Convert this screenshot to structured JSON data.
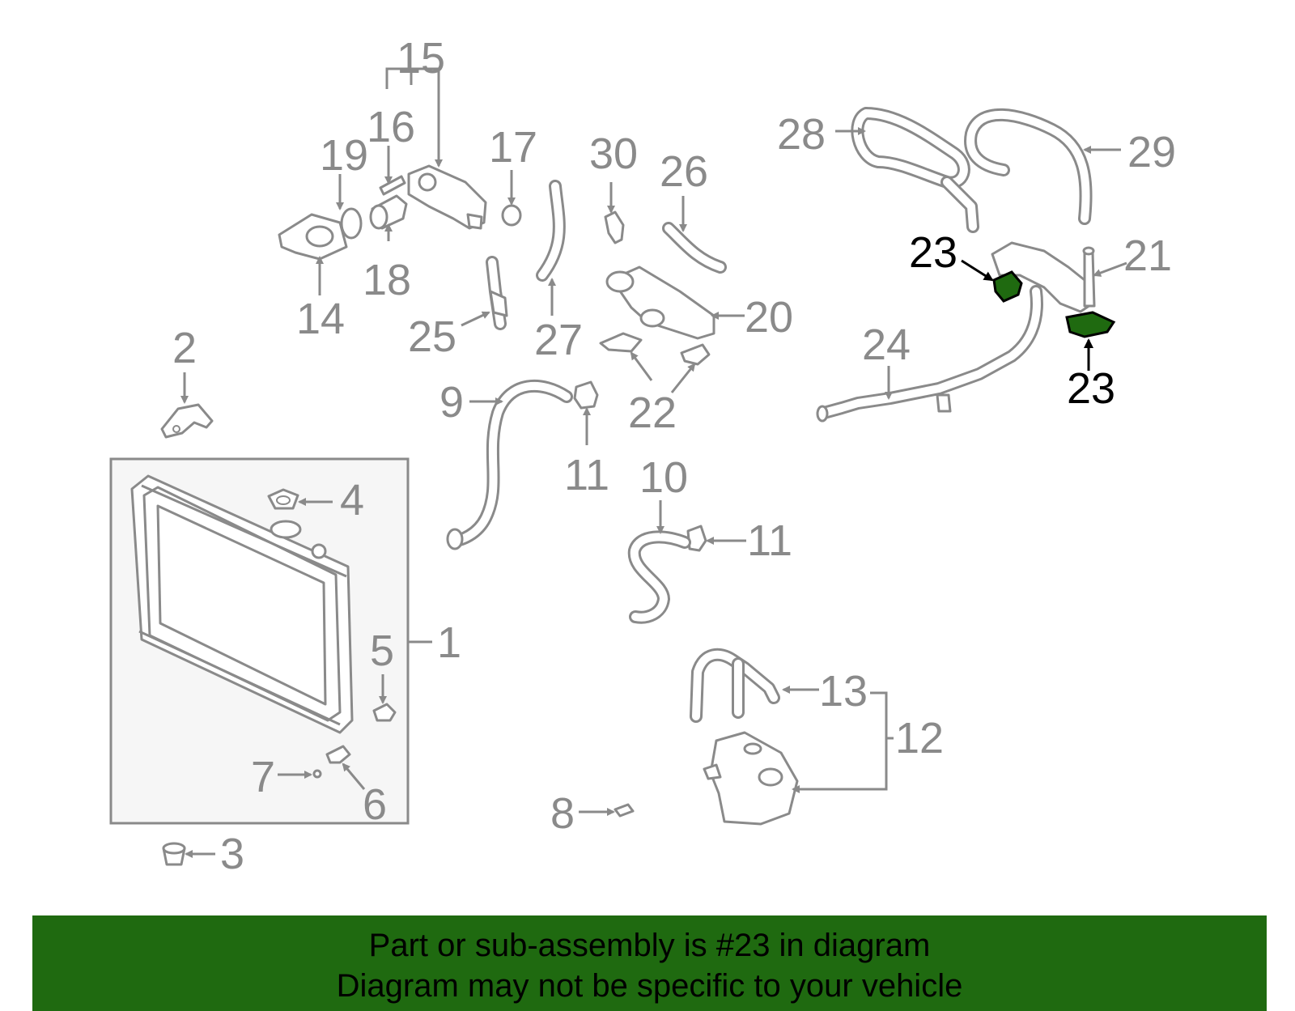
{
  "highlight_color": "#1f6a10",
  "labels": {
    "c1": "1",
    "c2": "2",
    "c3": "3",
    "c4": "4",
    "c5": "5",
    "c6": "6",
    "c7": "7",
    "c8": "8",
    "c9": "9",
    "c10": "10",
    "c11a": "11",
    "c11b": "11",
    "c12": "12",
    "c13": "13",
    "c14": "14",
    "c15": "15",
    "c16": "16",
    "c17": "17",
    "c18": "18",
    "c19": "19",
    "c20": "20",
    "c21": "21",
    "c22": "22",
    "c23a": "23",
    "c23b": "23",
    "c24": "24",
    "c25": "25",
    "c26": "26",
    "c27": "27",
    "c28": "28",
    "c29": "29",
    "c30": "30"
  },
  "banner": {
    "line1": "Part or sub-assembly is #23 in diagram",
    "line2": "Diagram may not be specific to your vehicle"
  }
}
